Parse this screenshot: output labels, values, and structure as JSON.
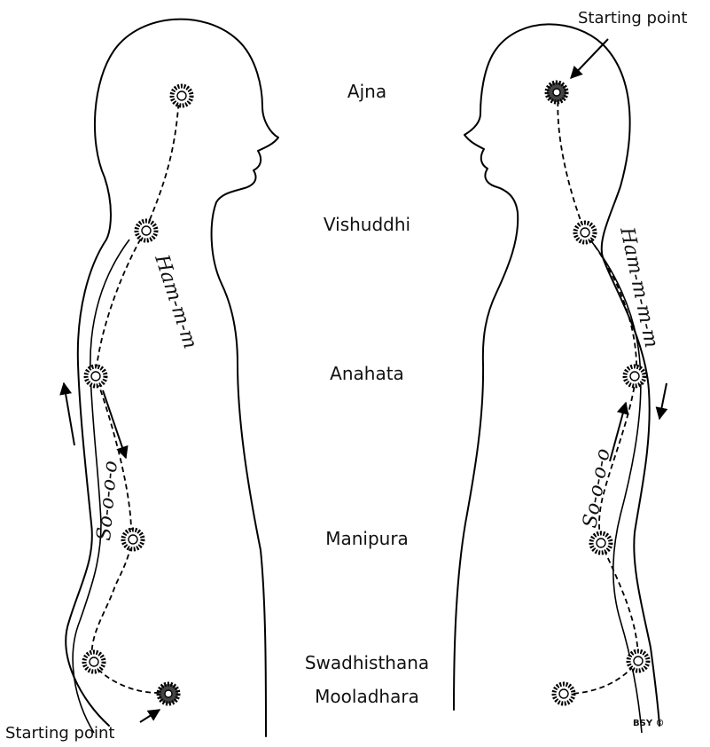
{
  "chakras": {
    "ajna": "Ajna",
    "vishuddhi": "Vishuddhi",
    "anahata": "Anahata",
    "manipura": "Manipura",
    "swadhisthana": "Swadhisthana",
    "mooladhara": "Mooladhara"
  },
  "left_figure": {
    "starting_point": "Starting point",
    "ascend_mantra": "So-o-o-o",
    "descend_mantra": "Ham-m-m"
  },
  "right_figure": {
    "starting_point": "Starting point",
    "ascend_mantra": "So-o-o-o",
    "descend_mantra": "Ham-m-m-m"
  },
  "credit": "BSY ©"
}
